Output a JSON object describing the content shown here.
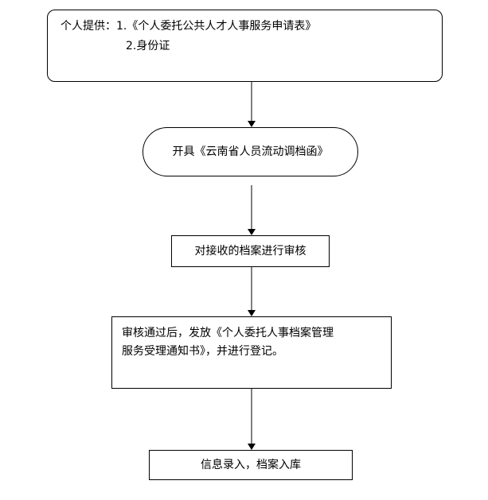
{
  "flow": {
    "step1": {
      "line1": "个人提供：1.《个人委托公共人才人事服务申请表》",
      "line2": "2.身份证"
    },
    "step2": {
      "text": "开具《云南省人员流动调档函》"
    },
    "step3": {
      "text": "对接收的档案进行审核"
    },
    "step4": {
      "line1": "审核通过后，发放《个人委托人事档案管理",
      "line2": "服务受理通知书》，并进行登记。"
    },
    "step5": {
      "text": "信息录入，档案入库"
    }
  }
}
